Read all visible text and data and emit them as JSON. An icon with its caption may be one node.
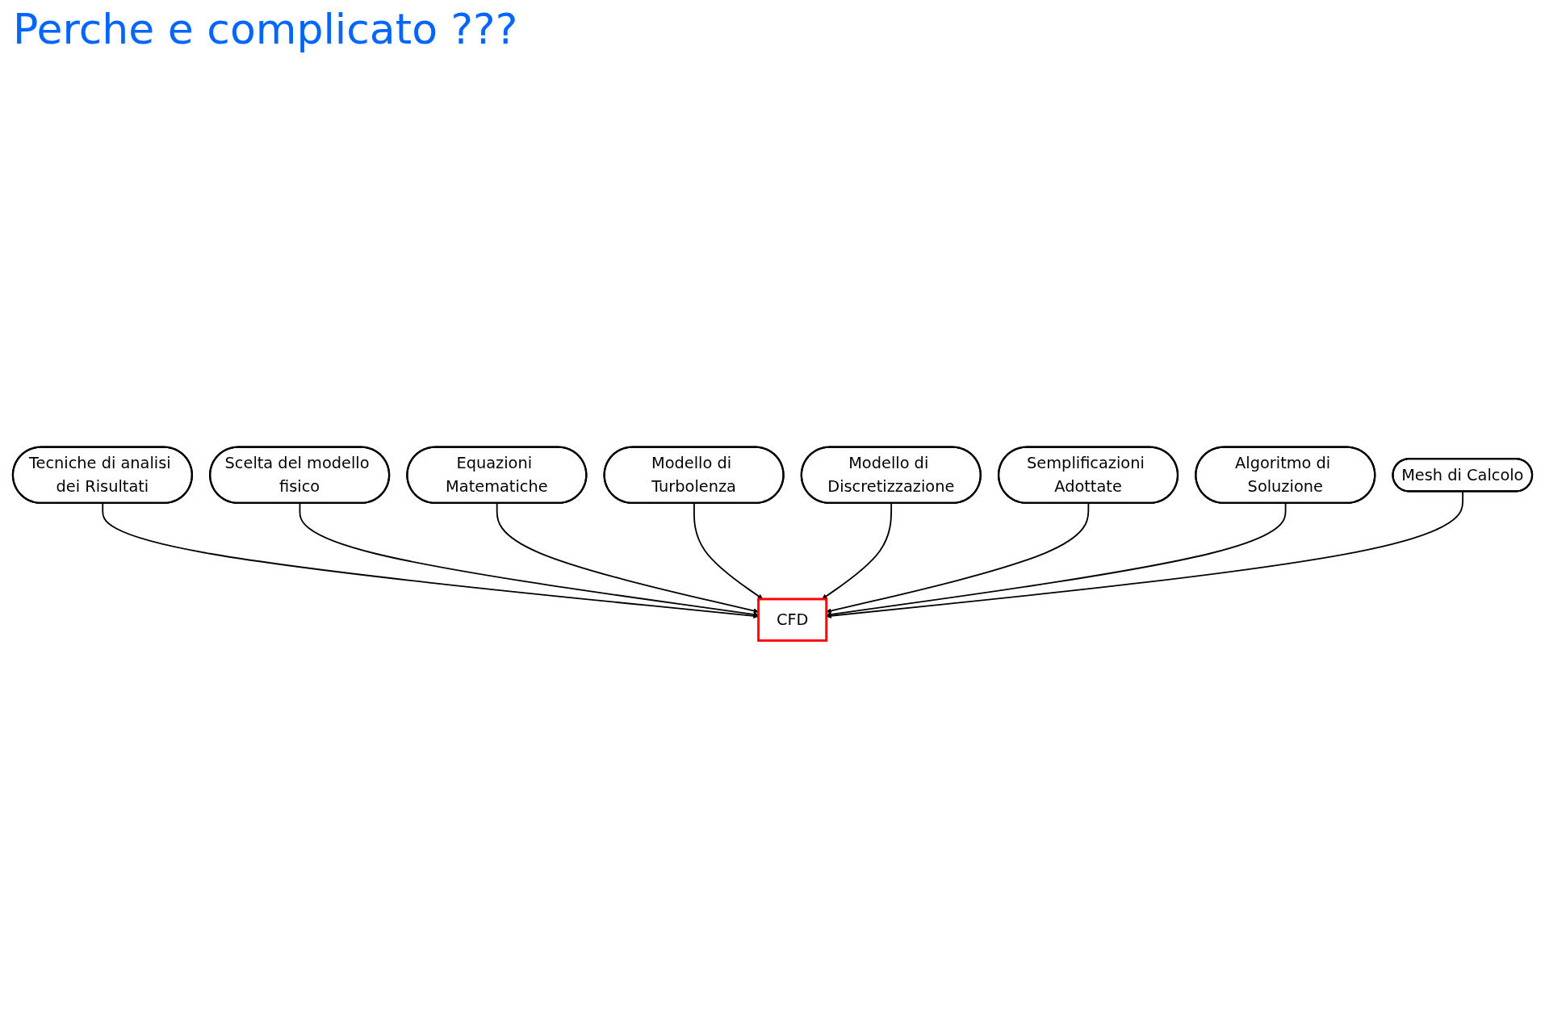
{
  "diagram": {
    "title": "Perche e complicato ???",
    "nodes": [
      {
        "text": [
          "CFD"
        ]
      },
      {
        "text": [
          "Tecniche di analisi dei Risultati"
        ]
      },
      {
        "text": [
          "Scelta del modello fisico"
        ]
      },
      {
        "text": [
          "Equazioni Matematiche"
        ]
      },
      {
        "text": [
          "Modello di Turbolenza"
        ]
      },
      {
        "text": [
          "Modello di Discretizzazione"
        ]
      },
      {
        "text": [
          "Semplificazioni Adottate"
        ]
      },
      {
        "text": [
          "Algoritmo di Soluzione"
        ]
      },
      {
        "text": [
          "Mesh di Calcolo"
        ]
      }
    ],
    "edges": [
      {
        "from": 1,
        "to": 0,
        "arrow": "to"
      },
      {
        "from": 2,
        "to": 0,
        "arrow": "to"
      },
      {
        "from": 3,
        "to": 0,
        "arrow": "to"
      },
      {
        "from": 4,
        "to": 0,
        "arrow": "to"
      },
      {
        "from": 5,
        "to": 0,
        "arrow": "to"
      },
      {
        "from": 6,
        "to": 0,
        "arrow": "to"
      },
      {
        "from": 7,
        "to": 0,
        "arrow": "to"
      },
      {
        "from": 8,
        "to": 0,
        "arrow": "to"
      }
    ]
  }
}
